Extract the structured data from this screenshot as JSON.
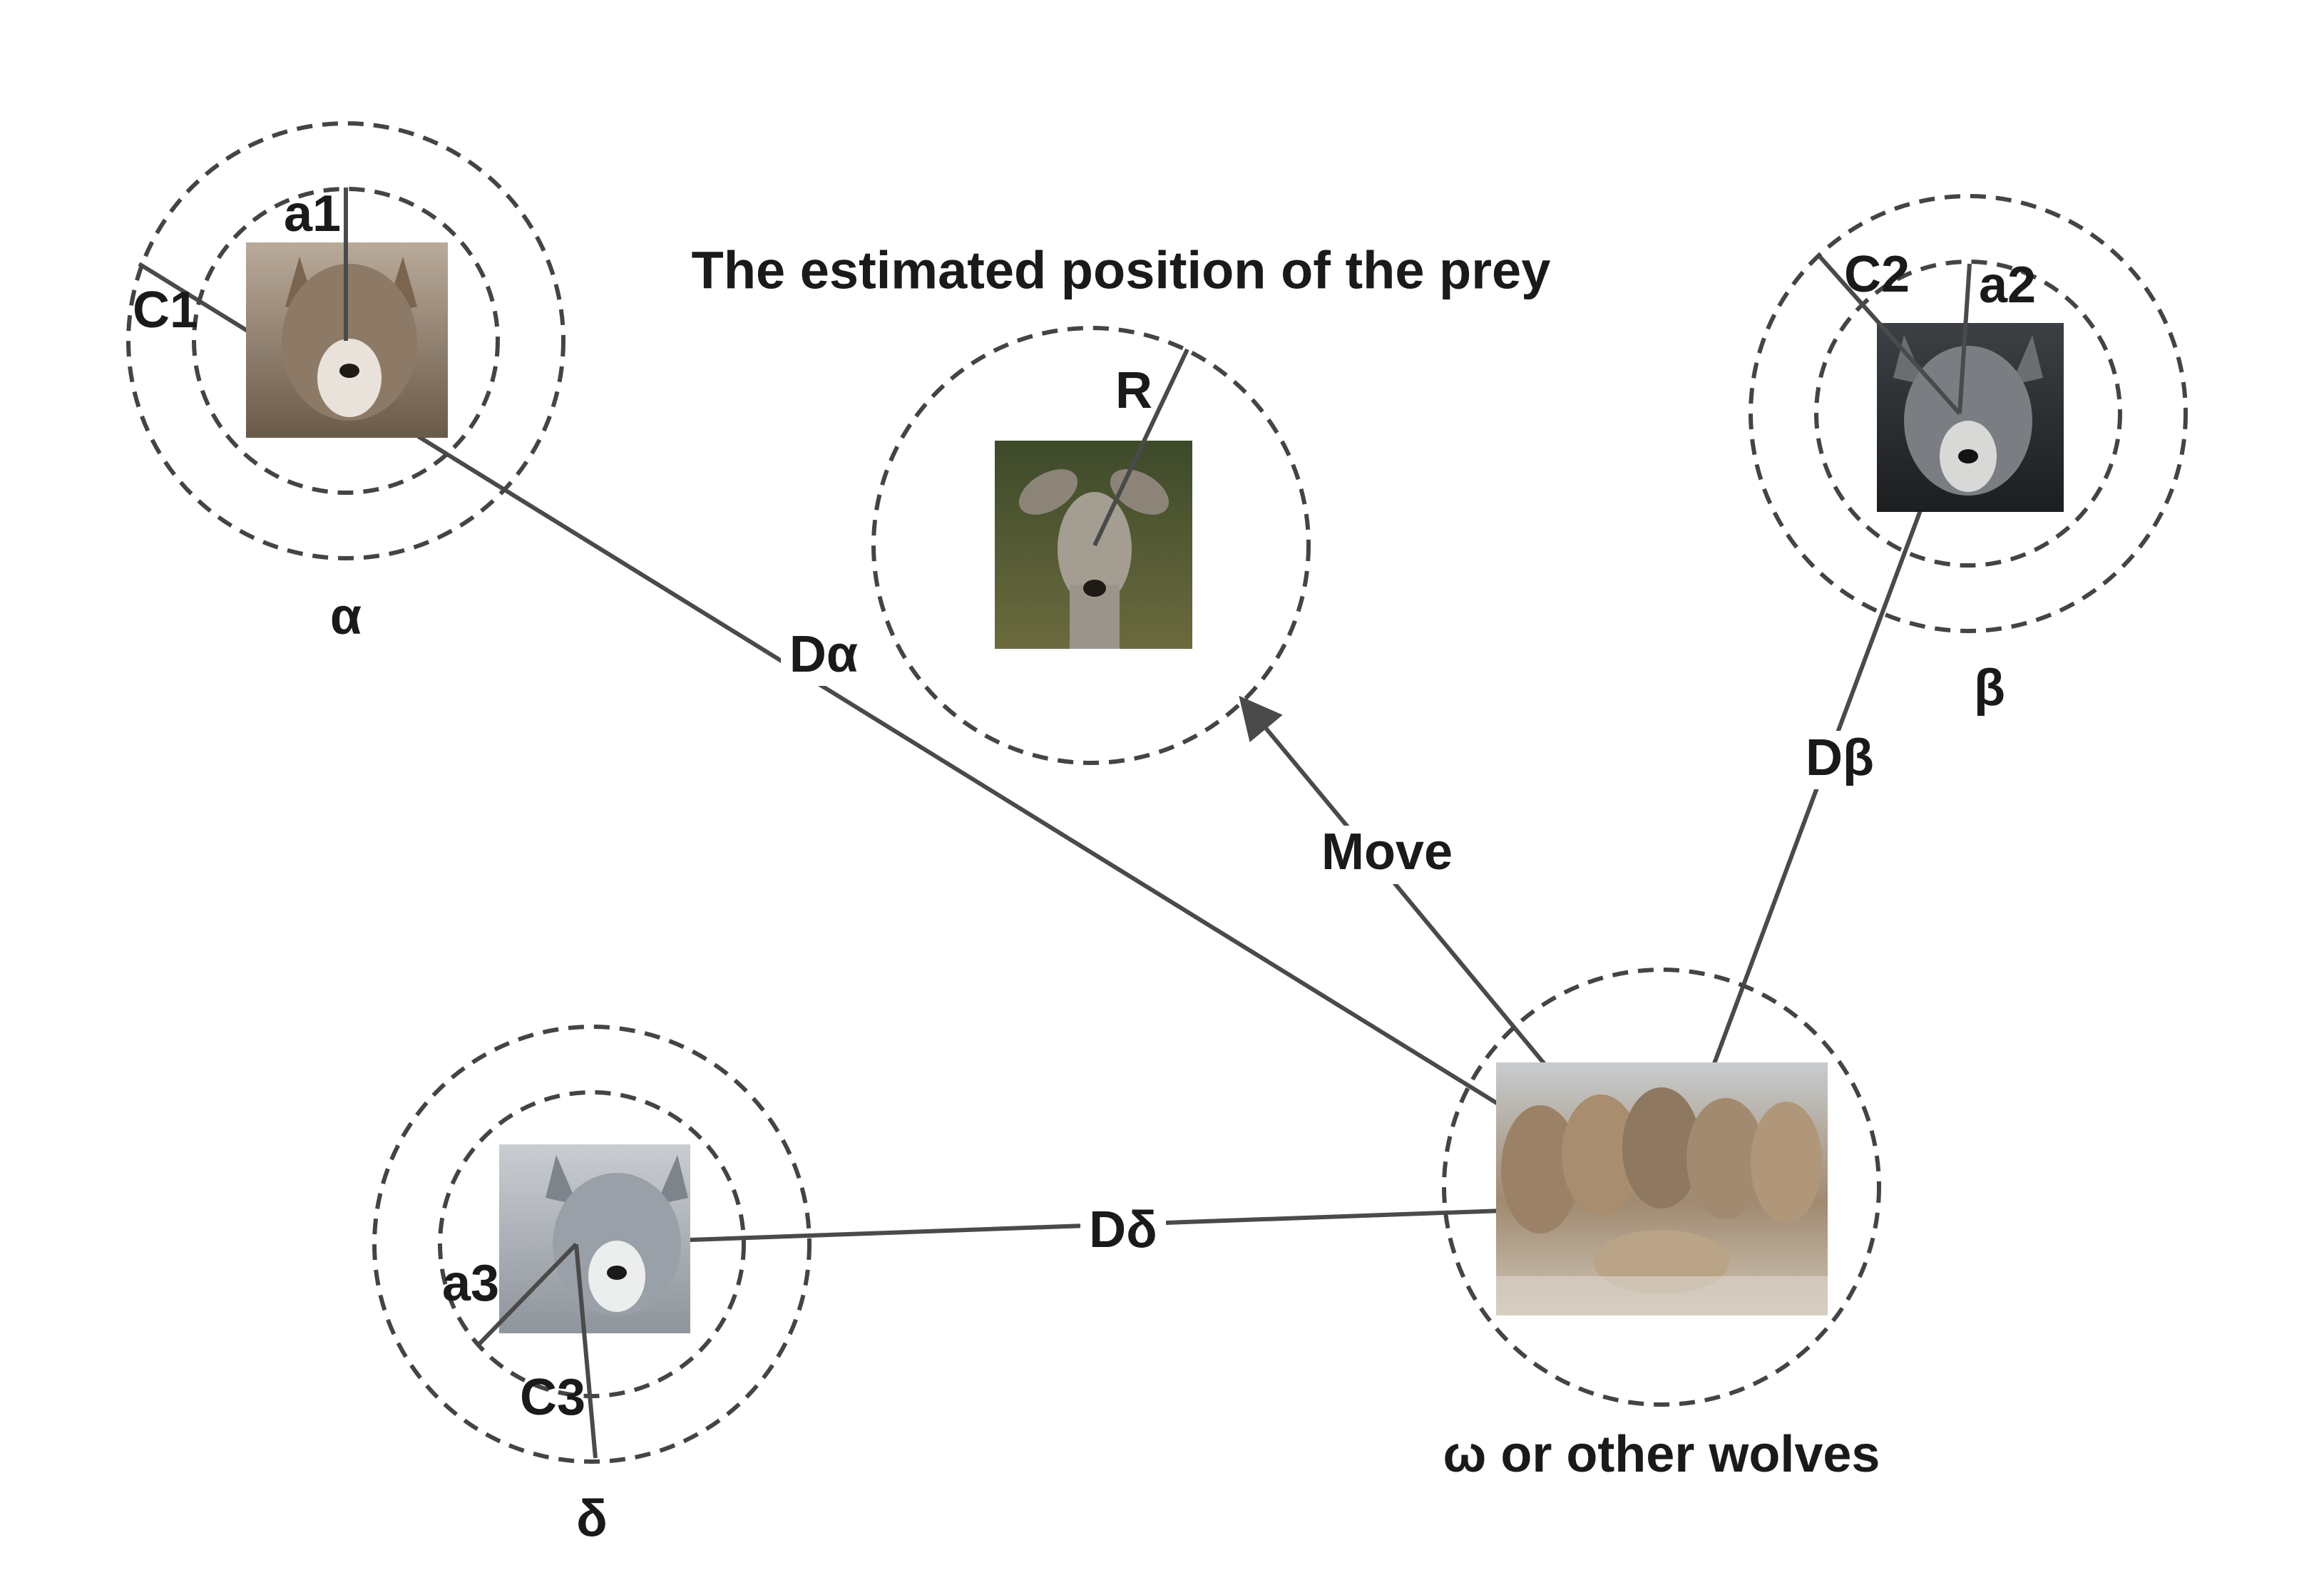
{
  "title": "The estimated position  of the prey",
  "labels": {
    "alpha": "α",
    "beta": "β",
    "delta": "δ",
    "omega": "ω  or other wolves",
    "d_alpha": "Dα",
    "d_beta": "Dβ",
    "d_delta": "Dδ",
    "move": "Move",
    "r": "R",
    "a1": "a1",
    "c1": "C1",
    "a2": "a2",
    "c2": "C2",
    "a3": "a3",
    "c3": "C3"
  },
  "colors": {
    "line": "#4a4a4a",
    "ring": "#444444",
    "text": "#1a1a1a"
  }
}
